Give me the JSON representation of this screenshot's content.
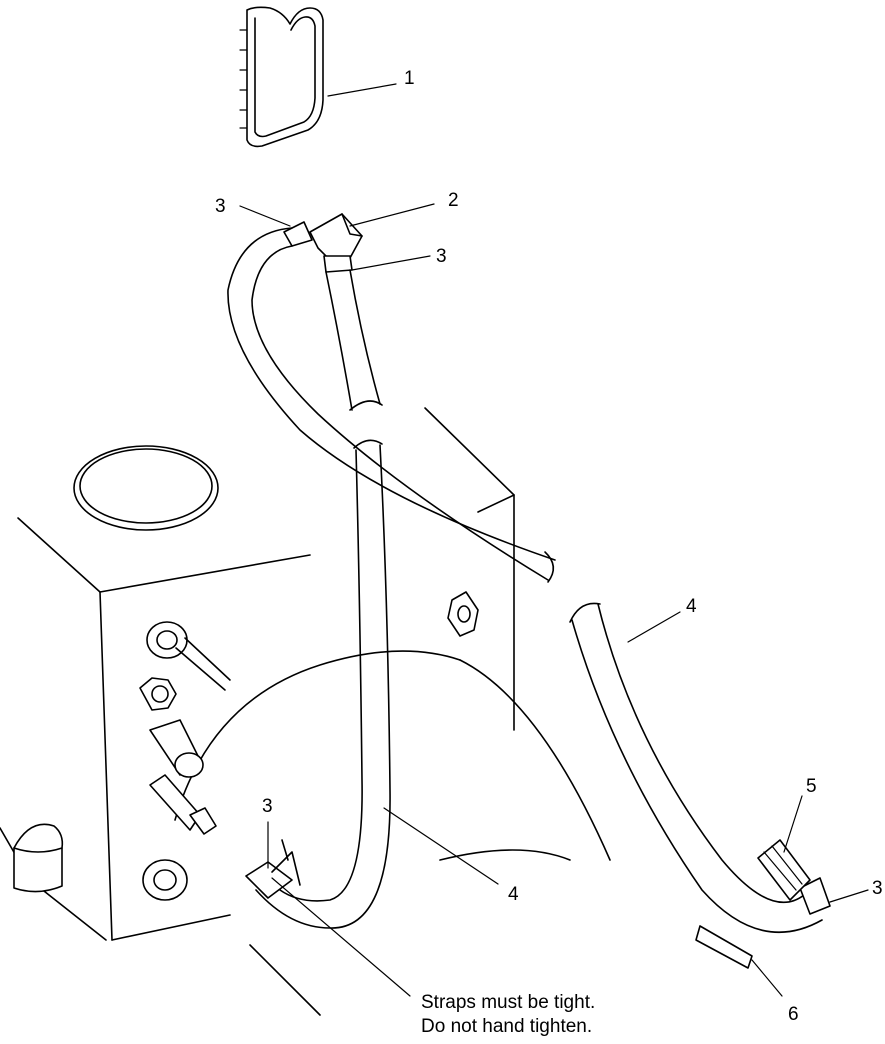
{
  "callouts": {
    "c1": "1",
    "c2": "2",
    "c3a": "3",
    "c3b": "3",
    "c3c": "3",
    "c3d": "3",
    "c4a": "4",
    "c4b": "4",
    "c5": "5",
    "c6": "6"
  },
  "note": {
    "line1": "Straps must be tight.",
    "line2": "Do not hand tighten."
  }
}
